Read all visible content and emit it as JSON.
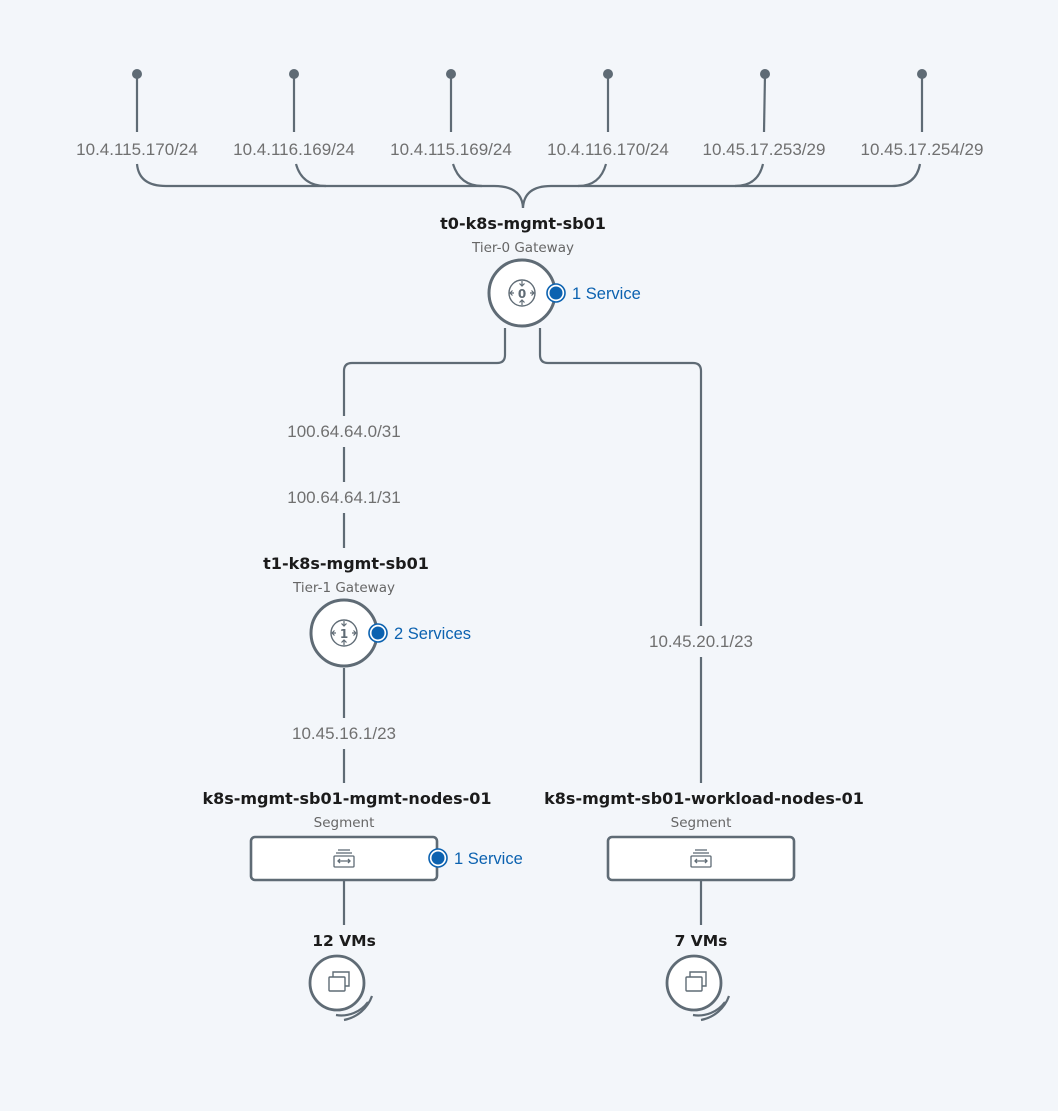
{
  "colors": {
    "background": "#f3f6fa",
    "line": "#5f6b75",
    "service_blue": "#0c62b0",
    "label_gray": "#707070"
  },
  "uplinks": [
    {
      "ip": "10.4.115.170/24"
    },
    {
      "ip": "10.4.116.169/24"
    },
    {
      "ip": "10.4.115.169/24"
    },
    {
      "ip": "10.4.116.170/24"
    },
    {
      "ip": "10.45.17.253/29"
    },
    {
      "ip": "10.45.17.254/29"
    }
  ],
  "tier0": {
    "name": "t0-k8s-mgmt-sb01",
    "type": "Tier-0 Gateway",
    "icon_label": "0",
    "icon": "tier0-router-icon",
    "services": "1 Service"
  },
  "tier0_tier1_link": {
    "t0_ip": "100.64.64.0/31",
    "t1_ip": "100.64.64.1/31"
  },
  "tier1": {
    "name": "t1-k8s-mgmt-sb01",
    "type": "Tier-1 Gateway",
    "icon_label": "1",
    "icon": "tier1-router-icon",
    "services": "2 Services"
  },
  "workload_link_ip": "10.45.20.1/23",
  "mgmt_link_ip": "10.45.16.1/23",
  "segments": [
    {
      "name": "k8s-mgmt-sb01-mgmt-nodes-01",
      "type": "Segment",
      "icon": "segment-icon",
      "services": "1 Service",
      "vms": "12 VMs",
      "vm_icon": "vm-stack-icon"
    },
    {
      "name": "k8s-mgmt-sb01-workload-nodes-01",
      "type": "Segment",
      "icon": "segment-icon",
      "services": "",
      "vms": "7 VMs",
      "vm_icon": "vm-stack-icon"
    }
  ]
}
